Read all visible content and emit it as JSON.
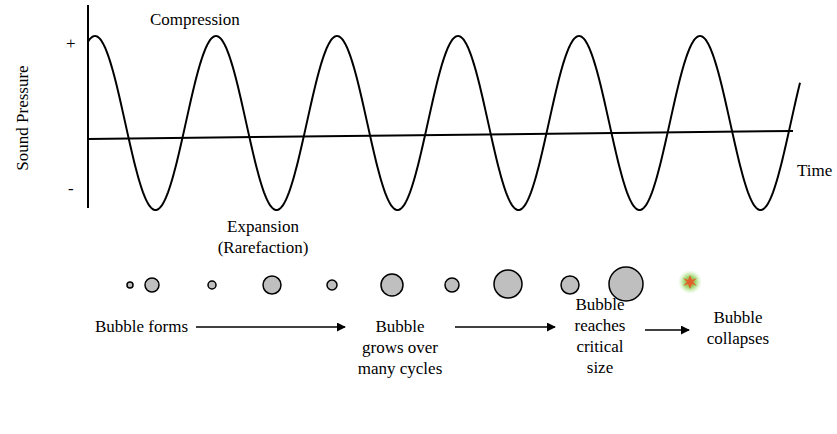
{
  "diagram": {
    "nodes": [
      {
        "text": [
          "Bubble forms"
        ]
      },
      {
        "text": [
          "Bubble grows over many cycles"
        ]
      },
      {
        "text": [
          "Bubble reaches critical size"
        ]
      },
      {
        "text": [
          "Bubble collapses"
        ]
      }
    ],
    "edges": [
      {
        "from": 0,
        "to": 1,
        "arrow": "to"
      },
      {
        "from": 1,
        "to": 2,
        "arrow": "to"
      },
      {
        "from": 2,
        "to": 3,
        "arrow": "to"
      }
    ],
    "labels": [
      "Sound Pressure",
      "+",
      "-",
      "Compression",
      "Expansion (Rarefaction)",
      "Time"
    ]
  }
}
